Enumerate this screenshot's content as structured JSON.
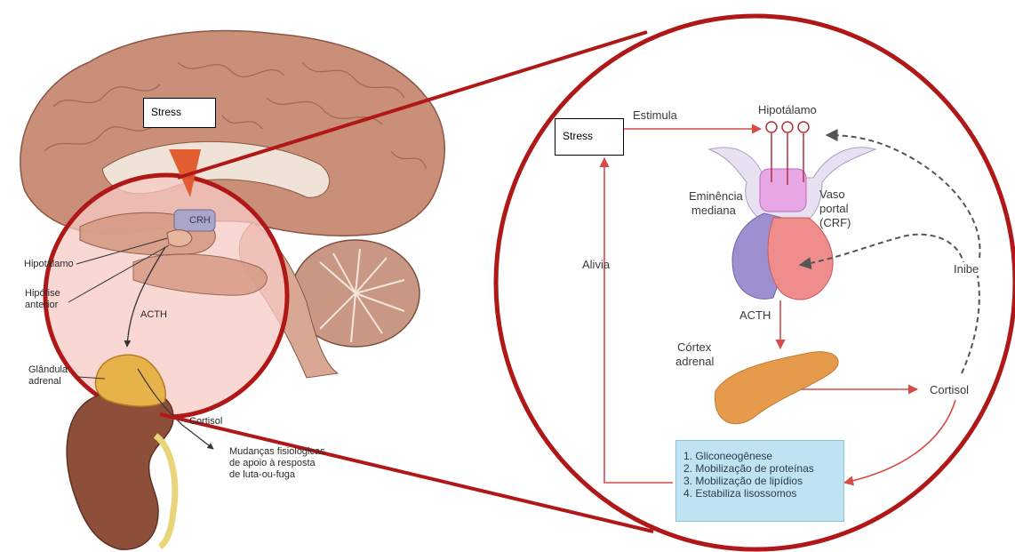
{
  "left_panel": {
    "stress_label": "Stress",
    "crh_label": "CRH",
    "hypothalamus_label": "Hipotálamo",
    "pituitary_label_line1": "Hipófise",
    "pituitary_label_line2": "anterior",
    "acth_label": "ACTH",
    "adrenal_label_line1": "Glândula",
    "adrenal_label_line2": "adrenal",
    "cortisol_label": "Cortisol",
    "changes_line1": "Mudanças fisiológicas",
    "changes_line2": "de apoio à resposta",
    "changes_line3": "de luta-ou-fuga"
  },
  "right_panel": {
    "stress_label": "Stress",
    "stimulates_label": "Estimula",
    "hypothalamus_label": "Hipotálamo",
    "median_eminence_line1": "Eminência",
    "median_eminence_line2": "mediana",
    "portal_line1": "Vaso",
    "portal_line2": "portal",
    "portal_line3": "(CRF)",
    "relieves_label": "Alivia",
    "inhibits_label": "Inibe",
    "acth_label": "ACTH",
    "cortex_line1": "Córtex",
    "cortex_line2": "adrenal",
    "cortisol_label": "Cortisol",
    "effects": [
      "1. Gliconeogênese",
      "2. Mobilização de proteínas",
      "3. Mobilização de lipídios",
      "4. Estabiliza lisossomos"
    ]
  },
  "colors": {
    "zoom_circle": "#b01818",
    "brain": "#c98f78",
    "highlight": "#f7c9c4",
    "pituitary_violet": "#9e8fd0",
    "pituitary_red": "#ef8c8c",
    "adrenal_cortex": "#e59a4c",
    "effects_box": "#bfe3f1",
    "feedback_arrow": "#555555",
    "pathway_arrow": "#d64a4a"
  }
}
